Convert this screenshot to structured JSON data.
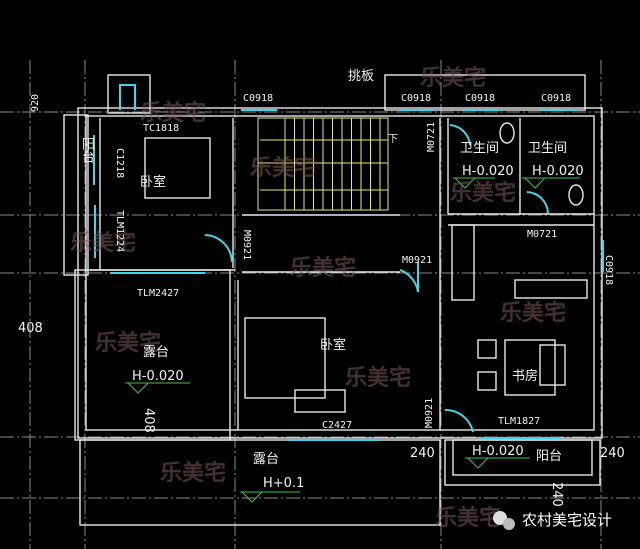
{
  "dimensions": {
    "top_920": "920",
    "left_408": "408",
    "mid_408": "408",
    "right_240_a": "240",
    "right_240_b": "240",
    "bottom_240": "240"
  },
  "labels": {
    "cantilever": "挑板",
    "window_c0918_1": "C0918",
    "window_c0918_2": "C0918",
    "window_c0918_3": "C0918",
    "window_c0918_4": "C0918",
    "window_c0918_side": "C0918",
    "window_tc1818": "TC1818",
    "window_c1218": "C1218",
    "door_tlm1224": "TLM1224",
    "door_m0921_a": "M0921",
    "door_tlm2427": "TLM2427",
    "door_m0721_a": "M0721",
    "door_m0721_b": "M0721",
    "door_m0921_b": "M0921",
    "door_m0921_c": "M0921",
    "window_c2427": "C2427",
    "door_tlm1827": "TLM1827",
    "stair_down": "下"
  },
  "rooms": {
    "balcony_left": "阳台",
    "bedroom_1": "卧室",
    "bathroom_1": "卫生间",
    "bathroom_2": "卫生间",
    "terrace_1": "露台",
    "bedroom_2": "卧室",
    "study": "书房",
    "balcony_right": "阳台",
    "terrace_2": "露台"
  },
  "elevations": {
    "bath1": "H-0.020",
    "bath2": "H-0.020",
    "terrace1": "H-0.020",
    "balcony": "H-0.020",
    "terrace2": "H+0.1"
  },
  "watermark": "乐美宅",
  "logo_text": "农村美宅设计"
}
